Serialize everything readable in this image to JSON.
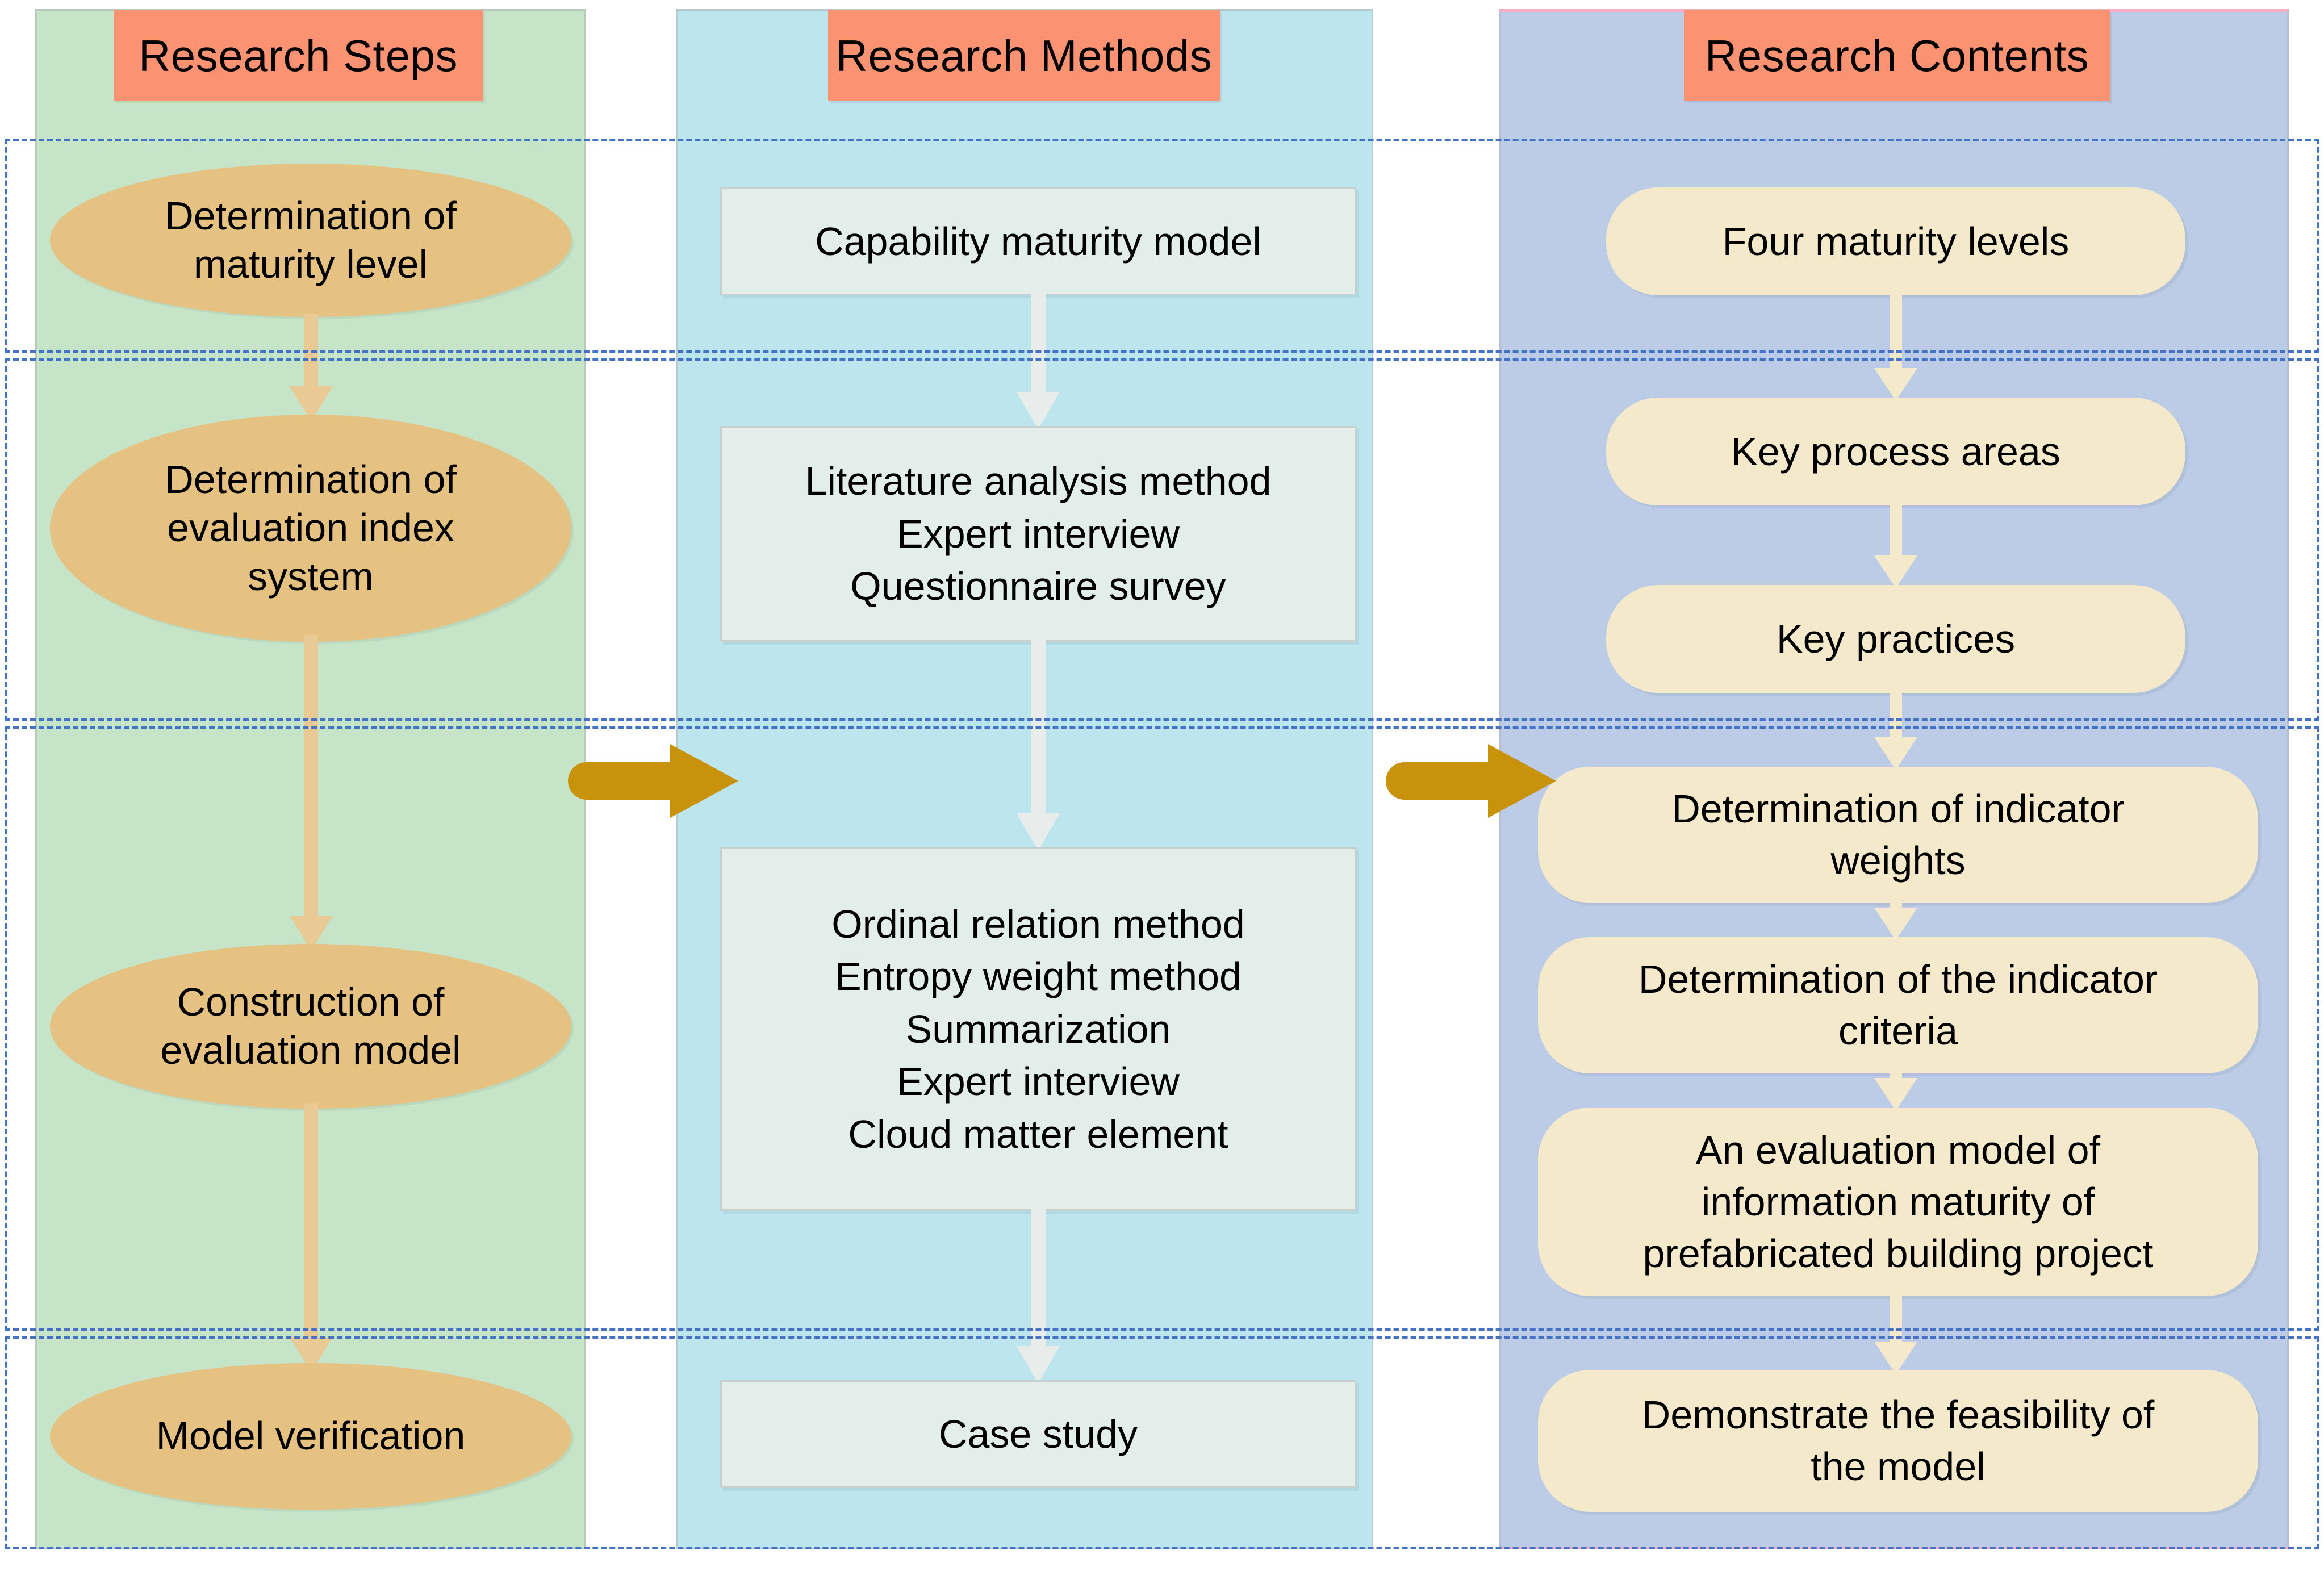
{
  "columns": [
    {
      "id": "research-steps",
      "header": "Research Steps",
      "band_color": "#C6E4C8"
    },
    {
      "id": "research-methods",
      "header": "Research Methods",
      "band_color": "#BCE5EE"
    },
    {
      "id": "research-contents",
      "header": "Research Contents",
      "band_color": "#BCCCE6"
    }
  ],
  "palette": {
    "header_bg": "#FB9272",
    "ellipse_bg": "#E5C182",
    "rect_bg": "#E3EEEB",
    "pill_bg": "#F5E9CC",
    "dashed_border": "#4472C4",
    "gold_arrow": "#C8930A",
    "gold_connector": "#EACA94",
    "white_connector": "#E8EDEC",
    "cream_connector": "#F5E9CC"
  },
  "steps": [
    {
      "id": "step-1",
      "label": "Determination of\nmaturity level"
    },
    {
      "id": "step-2",
      "label": "Determination of\nevaluation index\nsystem"
    },
    {
      "id": "step-3",
      "label": "Construction of\nevaluation model"
    },
    {
      "id": "step-4",
      "label": "Model verification"
    }
  ],
  "methods": [
    {
      "id": "method-1",
      "label": "Capability maturity model"
    },
    {
      "id": "method-2",
      "label": "Literature analysis method\nExpert interview\nQuestionnaire survey"
    },
    {
      "id": "method-3",
      "label": "Ordinal relation method\nEntropy weight method\nSummarization\nExpert interview\nCloud matter element"
    },
    {
      "id": "method-4",
      "label": "Case study"
    }
  ],
  "contents": [
    {
      "id": "content-1",
      "label": "Four maturity levels"
    },
    {
      "id": "content-2",
      "label": "Key process areas"
    },
    {
      "id": "content-3",
      "label": "Key practices"
    },
    {
      "id": "content-4",
      "label": "Determination of indicator\nweights"
    },
    {
      "id": "content-5",
      "label": "Determination of the indicator\ncriteria"
    },
    {
      "id": "content-6",
      "label": "An evaluation model of\ninformation maturity of\nprefabricated building project"
    },
    {
      "id": "content-7",
      "label": "Demonstrate the feasibility of\nthe model"
    }
  ],
  "cross_arrows": [
    {
      "id": "steps-to-methods",
      "icon": "right-arrow-icon"
    },
    {
      "id": "methods-to-contents",
      "icon": "right-arrow-icon"
    }
  ],
  "row_bands": [
    {
      "id": "band-maturity-level"
    },
    {
      "id": "band-index-system"
    },
    {
      "id": "band-evaluation-model"
    },
    {
      "id": "band-verification"
    }
  ]
}
